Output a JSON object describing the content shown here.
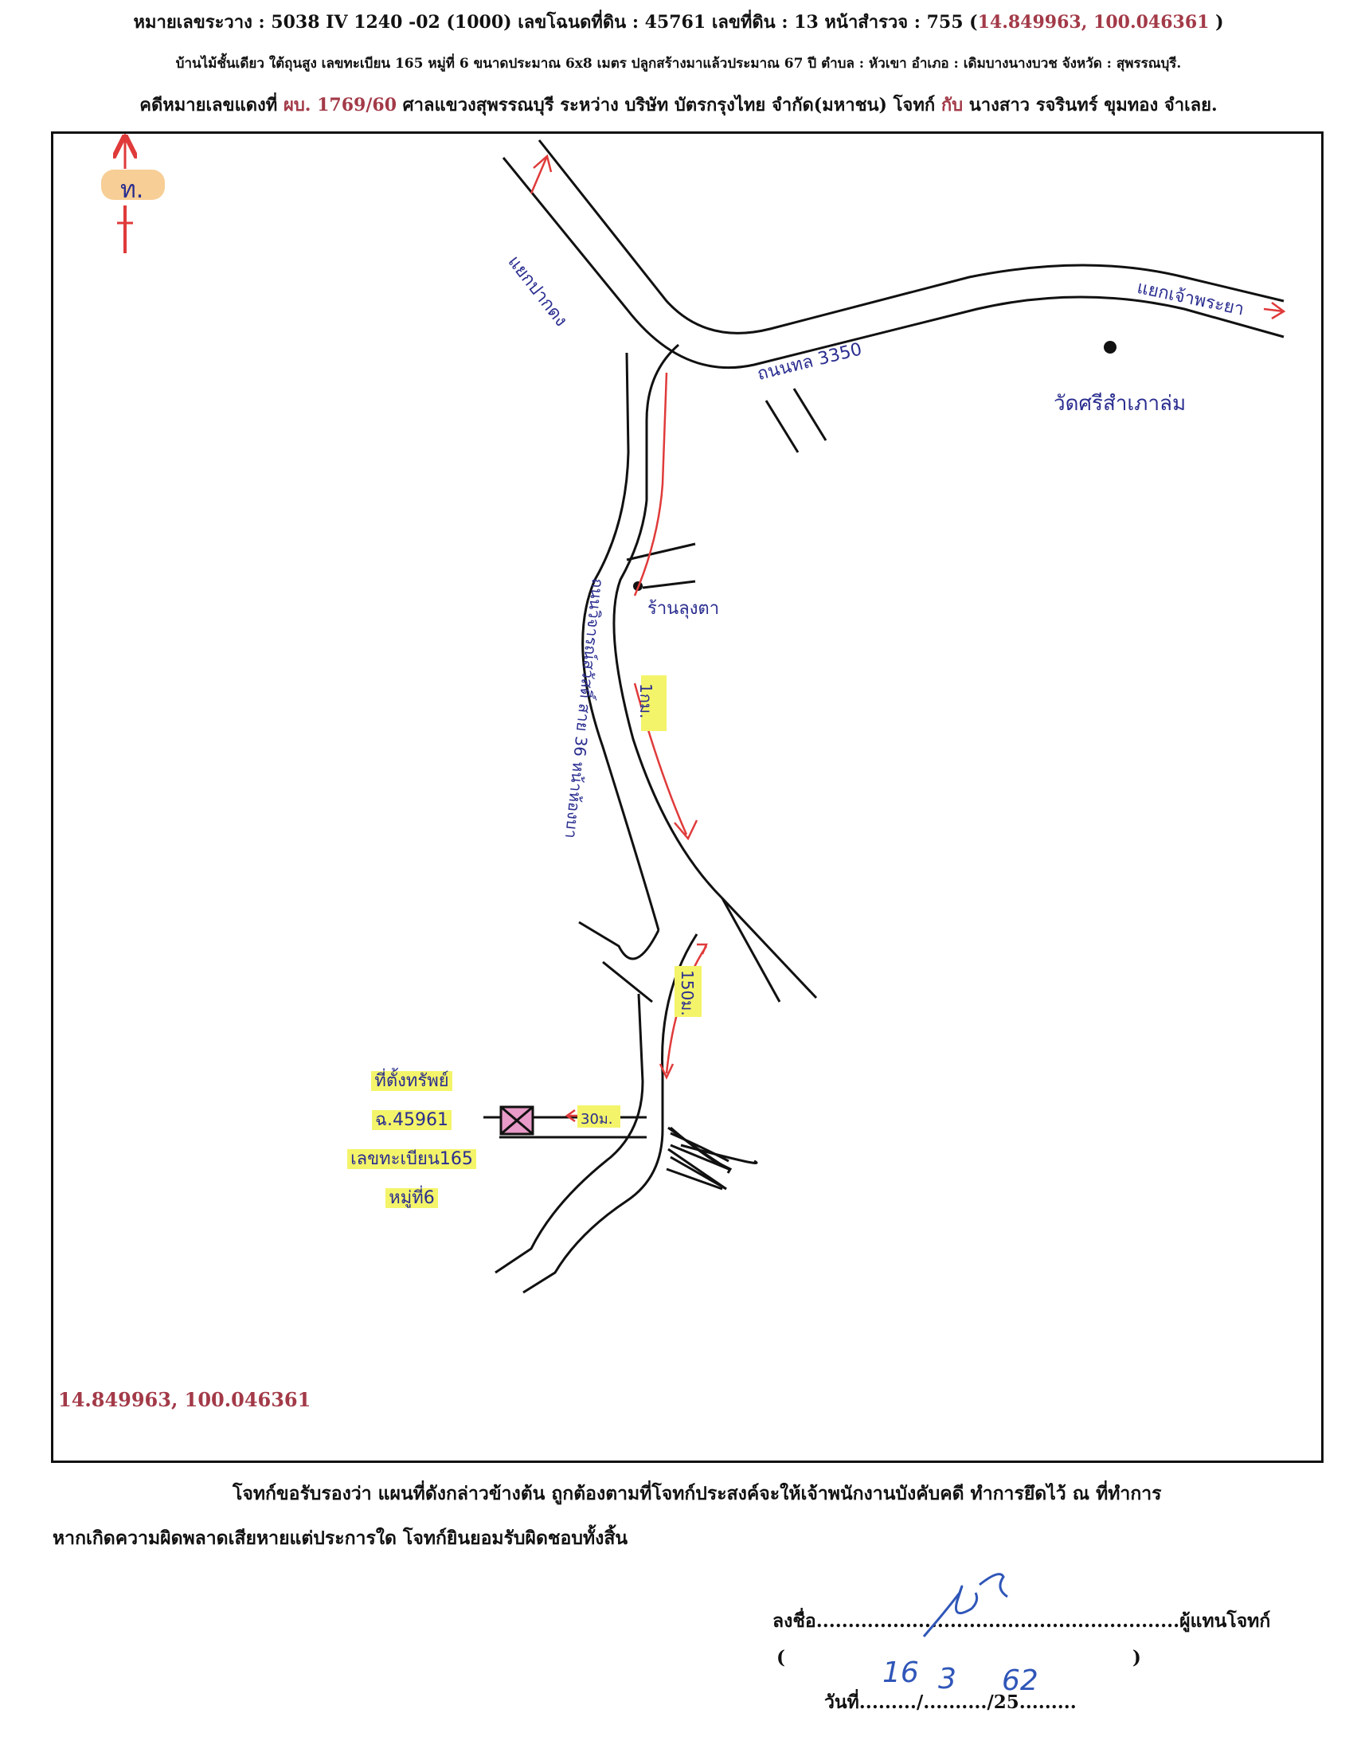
{
  "header": {
    "line1_text": "หมายเลขระวาง : 5038 IV 1240 -02 (1000) เลขโฉนดที่ดิน : 45761 เลขที่ดิน : 13 หน้าสำรวจ : 755 (",
    "line1_coord": "14.849963, 100.046361",
    "line1_close": " )",
    "line2": "บ้านไม้ชั้นเดียว ใต้ถุนสูง เลขทะเบียน 165 หมู่ที่ 6 ขนาดประมาณ 6x8 เมตร ปลูกสร้างมาแล้วประมาณ 67 ปี ตำบล : หัวเขา อำเภอ : เดิมบางนางบวช จังหวัด : สุพรรณบุรี.",
    "line3_a": "คดีหมายเลขแดงที่ ",
    "line3_case": "ผบ. 1769/60",
    "line3_b": " ศาลแขวงสุพรรณบุรี ระหว่าง บริษัท บัตรกรุงไทย จำกัด(มหาชน) โจทก์ ",
    "line3_with": "กับ",
    "line3_c": " นางสาว รจรินทร์ ขุมทอง จำเลย."
  },
  "map": {
    "north_label": "ท.",
    "road_3350": "ถนนทล 3350",
    "junction_left": "แยกปากดง",
    "junction_right": "แยกเจ้าพระยา",
    "temple": "วัดศรีสำเภาล่ม",
    "shop": "ร้านลุงตา",
    "road_side": "ถนนวิจารณ์สวัสดิ์ สาย 36 หน้าห้องบา",
    "distance_1": "1กม.",
    "distance_2": "150ม.",
    "distance_3": "30ม.",
    "target": [
      "ที่ตั้งทรัพย์",
      "ฉ.45961",
      "เลขทะเบียน165",
      "หมู่ที่6"
    ],
    "coord_bottom": "14.849963, 100.046361",
    "colors": {
      "route": "#e03a3a",
      "road": "#111111",
      "highlight": "#f4f46a",
      "target_fill": "#e89ac8",
      "ink_blue": "#2a2d8f"
    }
  },
  "certification": {
    "line1": "โจทก์ขอรับรองว่า แผนที่ดังกล่าวข้างต้น ถูกต้องตามที่โจทก์ประสงค์จะให้เจ้าพนักงานบังคับคดี ทำการยึดไว้ ณ ที่ทำการ",
    "line2": "หากเกิดความผิดพลาดเสียหายแต่ประการใด โจทก์ยินยอมรับผิดชอบทั้งสิ้น"
  },
  "signature": {
    "sign_line": "ลงชื่อ.........................................................ผู้แทนโจทก์",
    "paren_open": "(",
    "paren_close": ")",
    "date_line": "วันที่........./........../25.........",
    "date_day": "16",
    "date_month": "3",
    "date_year": "62"
  }
}
